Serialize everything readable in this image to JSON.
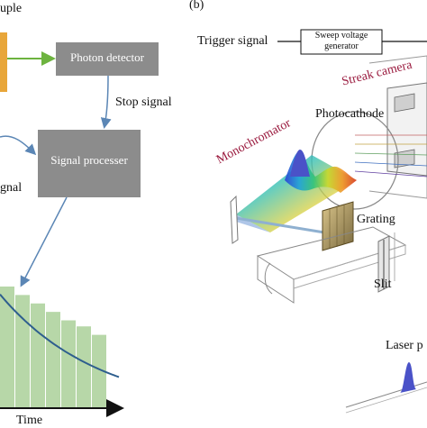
{
  "panel_a": {
    "sample_label": "uple",
    "photon_detector_label": "Photon detector",
    "stop_signal_label": "Stop signal",
    "signal_processer_label": "Signal processer",
    "start_signal_label": "gnal",
    "time_label": "Time"
  },
  "panel_b": {
    "panel_tag": "(b)",
    "trigger_signal_label": "Trigger signal",
    "sweep_generator_line1": "Sweep voltage",
    "sweep_generator_line2": "generator",
    "streak_camera_label": "Streak camera",
    "photocathode_label": "Photocathode",
    "monochromator_label": "Monochromator",
    "grating_label": "Grating",
    "slit_label": "Slit",
    "laser_label": "Laser p"
  },
  "chart_data": {
    "type": "bar",
    "xlabel": "Time",
    "ylabel": "",
    "values": [
      1.0,
      0.93,
      0.86,
      0.79,
      0.72,
      0.67,
      0.6
    ]
  },
  "colors": {
    "box_gray": "#8c8c8c",
    "sample_orange": "#e8a63a",
    "beam_green": "#6db33f",
    "arrow_blue": "#5b86b5",
    "bar_green": "#b7d7a8",
    "decay_curve": "#2e5e8e",
    "label_red": "#9a1a3e"
  }
}
